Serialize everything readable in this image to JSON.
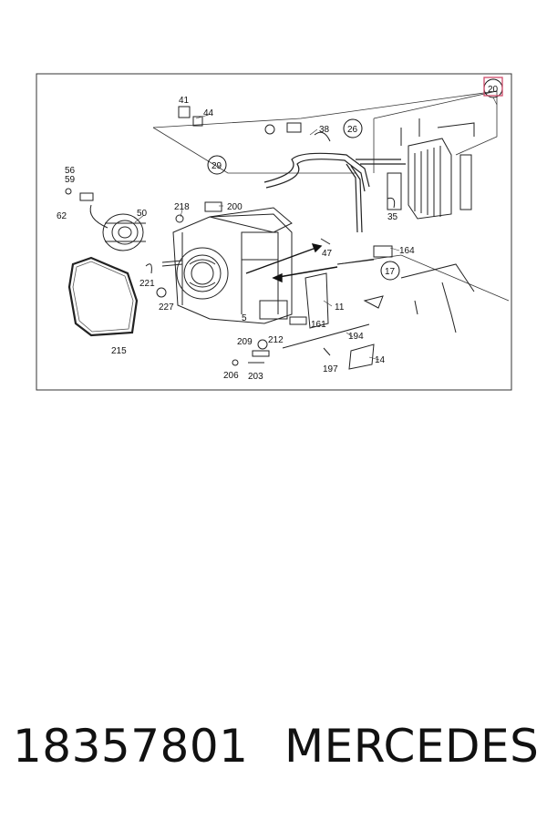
{
  "diagram": {
    "labels": [
      "41",
      "44",
      "38",
      "26",
      "20",
      "29",
      "56",
      "59",
      "62",
      "50",
      "218",
      "200",
      "35",
      "47",
      "164",
      "17",
      "221",
      "227",
      "11",
      "5",
      "161",
      "215",
      "209",
      "212",
      "194",
      "206",
      "203",
      "197",
      "14"
    ]
  },
  "caption": {
    "part_number": "18357801",
    "brand": "MERCEDES"
  }
}
